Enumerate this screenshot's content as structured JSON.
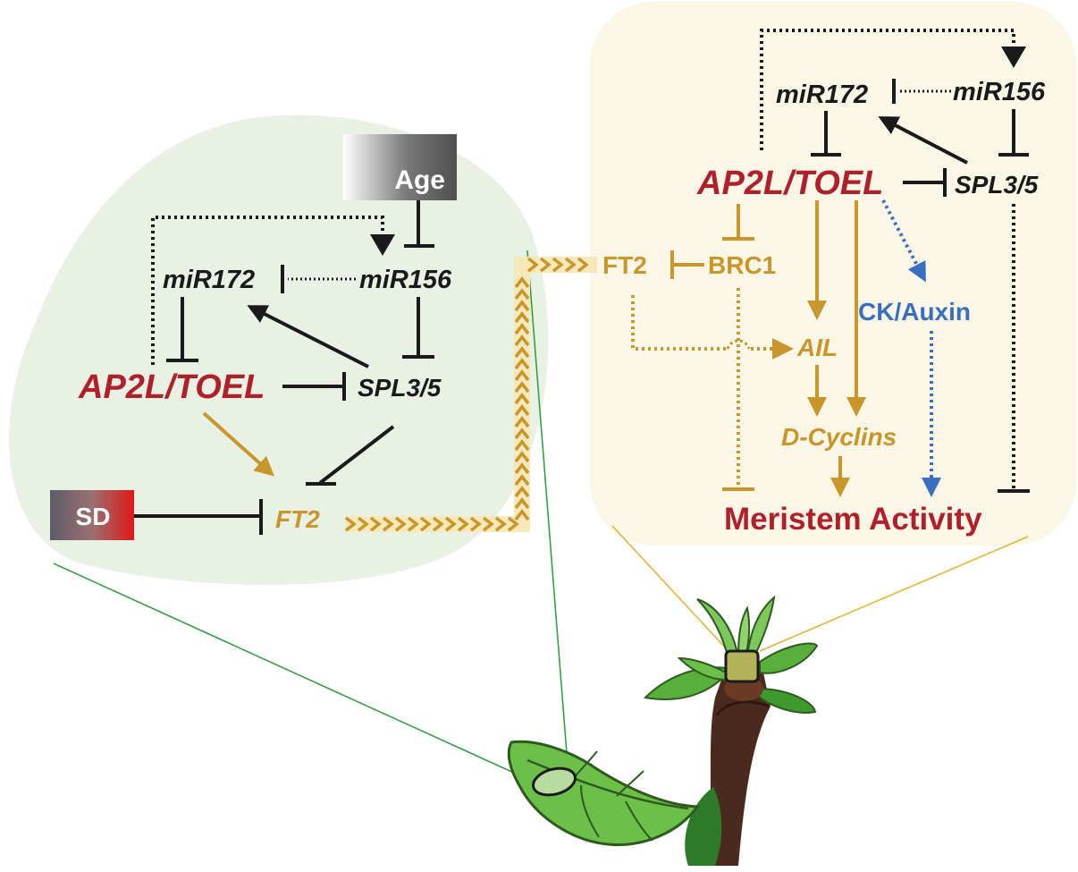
{
  "leaf_panel": {
    "age_label": "Age",
    "mir172": "miR172",
    "mir156": "miR156",
    "ap2l_toel": "AP2L/TOEL",
    "spl35": "SPL3/5",
    "sd_label": "SD",
    "ft2": "FT2"
  },
  "bud_panel": {
    "mir172": "miR172",
    "mir156": "miR156",
    "ap2l_toel": "AP2L/TOEL",
    "spl35": "SPL3/5",
    "ft2": "FT2",
    "brc1": "BRC1",
    "ck_auxin": "CK/Auxin",
    "ail": "AIL",
    "d_cyclins": "D-Cyclins",
    "meristem_activity": "Meristem Activity"
  },
  "colors": {
    "leaf_panel_bg": "#e8f1e3",
    "bud_panel_bg": "#fbf7e6",
    "red": "#b0202a",
    "gold": "#c8962a",
    "blue": "#3a6fc0",
    "black": "#1a1a1a",
    "stem": "#4a2a1e",
    "leaf": "#5aae3c"
  }
}
